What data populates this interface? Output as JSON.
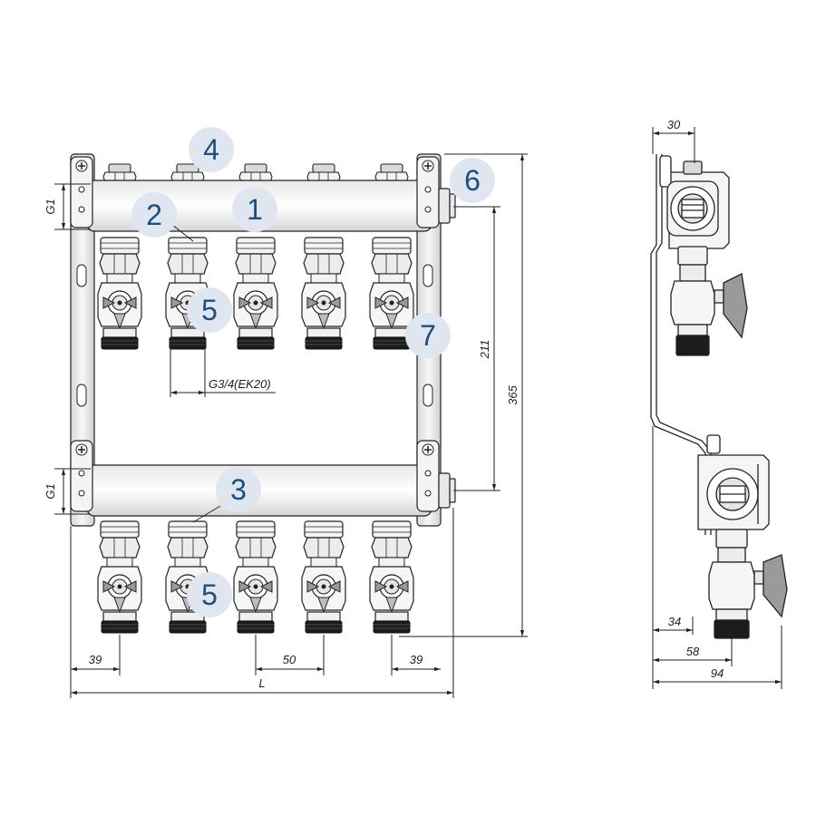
{
  "callouts": {
    "c1": "1",
    "c2": "2",
    "c3": "3",
    "c4": "4",
    "c5a": "5",
    "c5b": "5",
    "c6": "6",
    "c7": "7"
  },
  "dimensions": {
    "g1_top": "G1",
    "g1_bottom": "G1",
    "outlet_thread": "G3/4(EK20)",
    "center_distance": "211",
    "total_height": "365",
    "edge_left": "39",
    "pitch": "50",
    "edge_right": "39",
    "length": "L",
    "side_top_width": "30",
    "side_34": "34",
    "side_58": "58",
    "side_94": "94"
  },
  "colors": {
    "callout_circle": "#dfe6f0",
    "callout_text": "#1d4e7e",
    "line": "#222222"
  }
}
